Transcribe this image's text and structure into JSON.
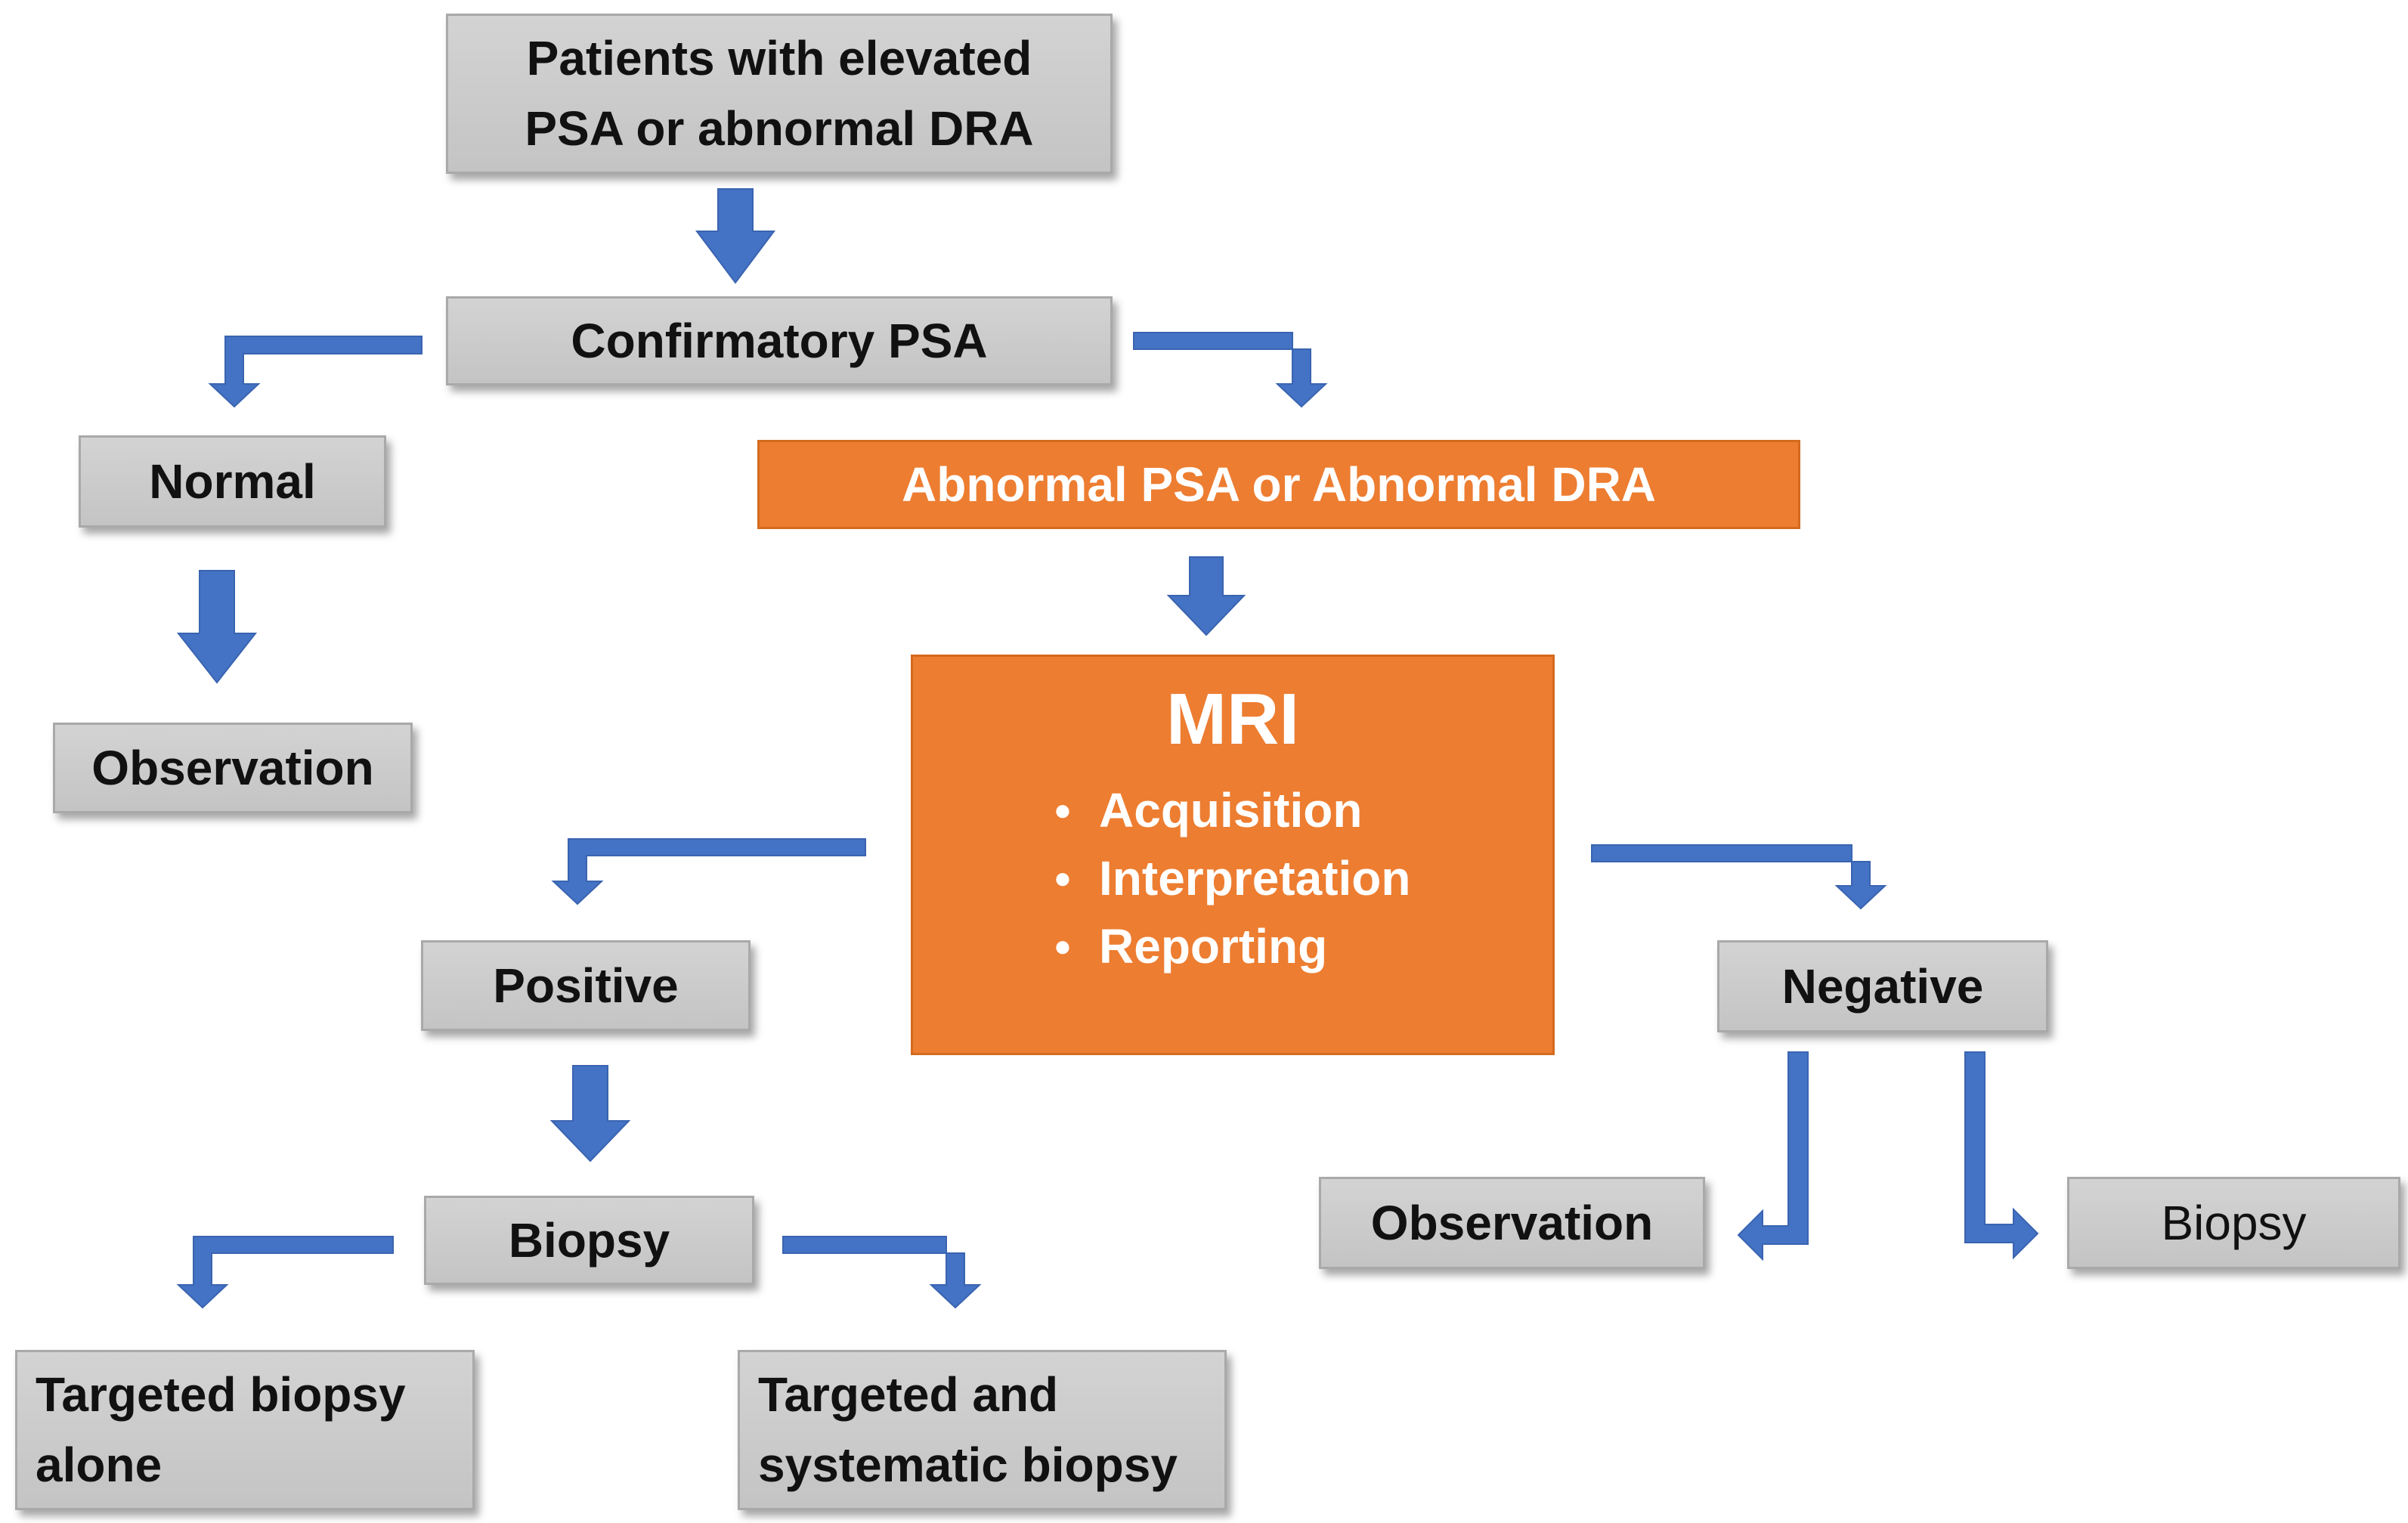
{
  "nodes": {
    "patients": {
      "lines": [
        "Patients with elevated",
        "PSA or abnormal DRA"
      ]
    },
    "confirmatory": {
      "label": "Confirmatory PSA"
    },
    "normal": {
      "label": "Normal"
    },
    "observation_left": {
      "label": "Observation"
    },
    "abnormal": {
      "label": "Abnormal PSA or Abnormal DRA"
    },
    "mri": {
      "title": "MRI",
      "items": [
        "Acquisition",
        "Interpretation",
        "Reporting"
      ]
    },
    "positive": {
      "label": "Positive"
    },
    "negative": {
      "label": "Negative"
    },
    "biopsy_center": {
      "label": "Biopsy"
    },
    "observation_right": {
      "label": "Observation"
    },
    "biopsy_right": {
      "label": "Biopsy"
    },
    "targeted_alone": {
      "lines": [
        "Targeted biopsy",
        "alone"
      ]
    },
    "targeted_systematic": {
      "lines": [
        "Targeted and",
        "systematic biopsy"
      ]
    }
  },
  "colors": {
    "arrow": "#4472c4",
    "box_gray": "#c8c8c8",
    "box_orange": "#ed7d31",
    "text_on_orange": "#ffffff"
  }
}
